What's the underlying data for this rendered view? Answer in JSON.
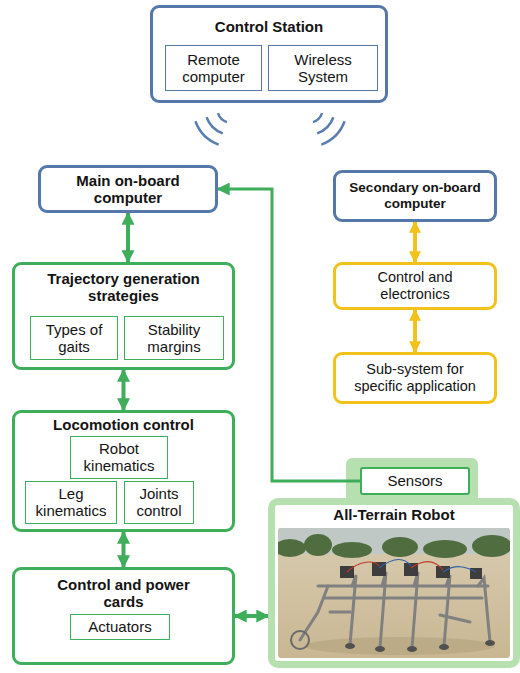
{
  "diagram": {
    "nodes": [
      {
        "text": [
          "Control Station"
        ]
      },
      {
        "text": [
          "Remote computer"
        ],
        "in": 0
      },
      {
        "text": [
          "Wireless System"
        ],
        "in": 0
      },
      {
        "text": [
          "Main on-board computer"
        ]
      },
      {
        "text": [
          "Secondary on-board computer"
        ]
      },
      {
        "text": [
          "Trajectory generation strategies"
        ]
      },
      {
        "text": [
          "Types of gaits"
        ],
        "in": 5
      },
      {
        "text": [
          "Stability margins"
        ],
        "in": 5
      },
      {
        "text": [
          "Control and electronics"
        ]
      },
      {
        "text": [
          "Sub-system for specific application"
        ]
      },
      {
        "text": [
          "Locomotion control"
        ]
      },
      {
        "text": [
          "Robot kinematics"
        ],
        "in": 10
      },
      {
        "text": [
          "Leg kinematics"
        ],
        "in": 10
      },
      {
        "text": [
          "Joints control"
        ],
        "in": 10
      },
      {
        "text": [
          "Sensors"
        ]
      },
      {
        "text": [
          "All-Terrain Robot"
        ]
      },
      {
        "text": [
          "Control and power cards"
        ]
      },
      {
        "text": [
          "Actuators"
        ],
        "in": 16
      }
    ],
    "edges": [
      {
        "from": 3,
        "to": 5,
        "arrow": "both"
      },
      {
        "from": 4,
        "to": 8,
        "arrow": "both"
      },
      {
        "from": 5,
        "to": 10,
        "arrow": "both"
      },
      {
        "from": 8,
        "to": 9,
        "arrow": "both"
      },
      {
        "from": 14,
        "to": 3,
        "arrow": "to"
      },
      {
        "from": 10,
        "to": 16,
        "arrow": "both"
      },
      {
        "from": 16,
        "to": 15,
        "arrow": "both"
      }
    ]
  }
}
